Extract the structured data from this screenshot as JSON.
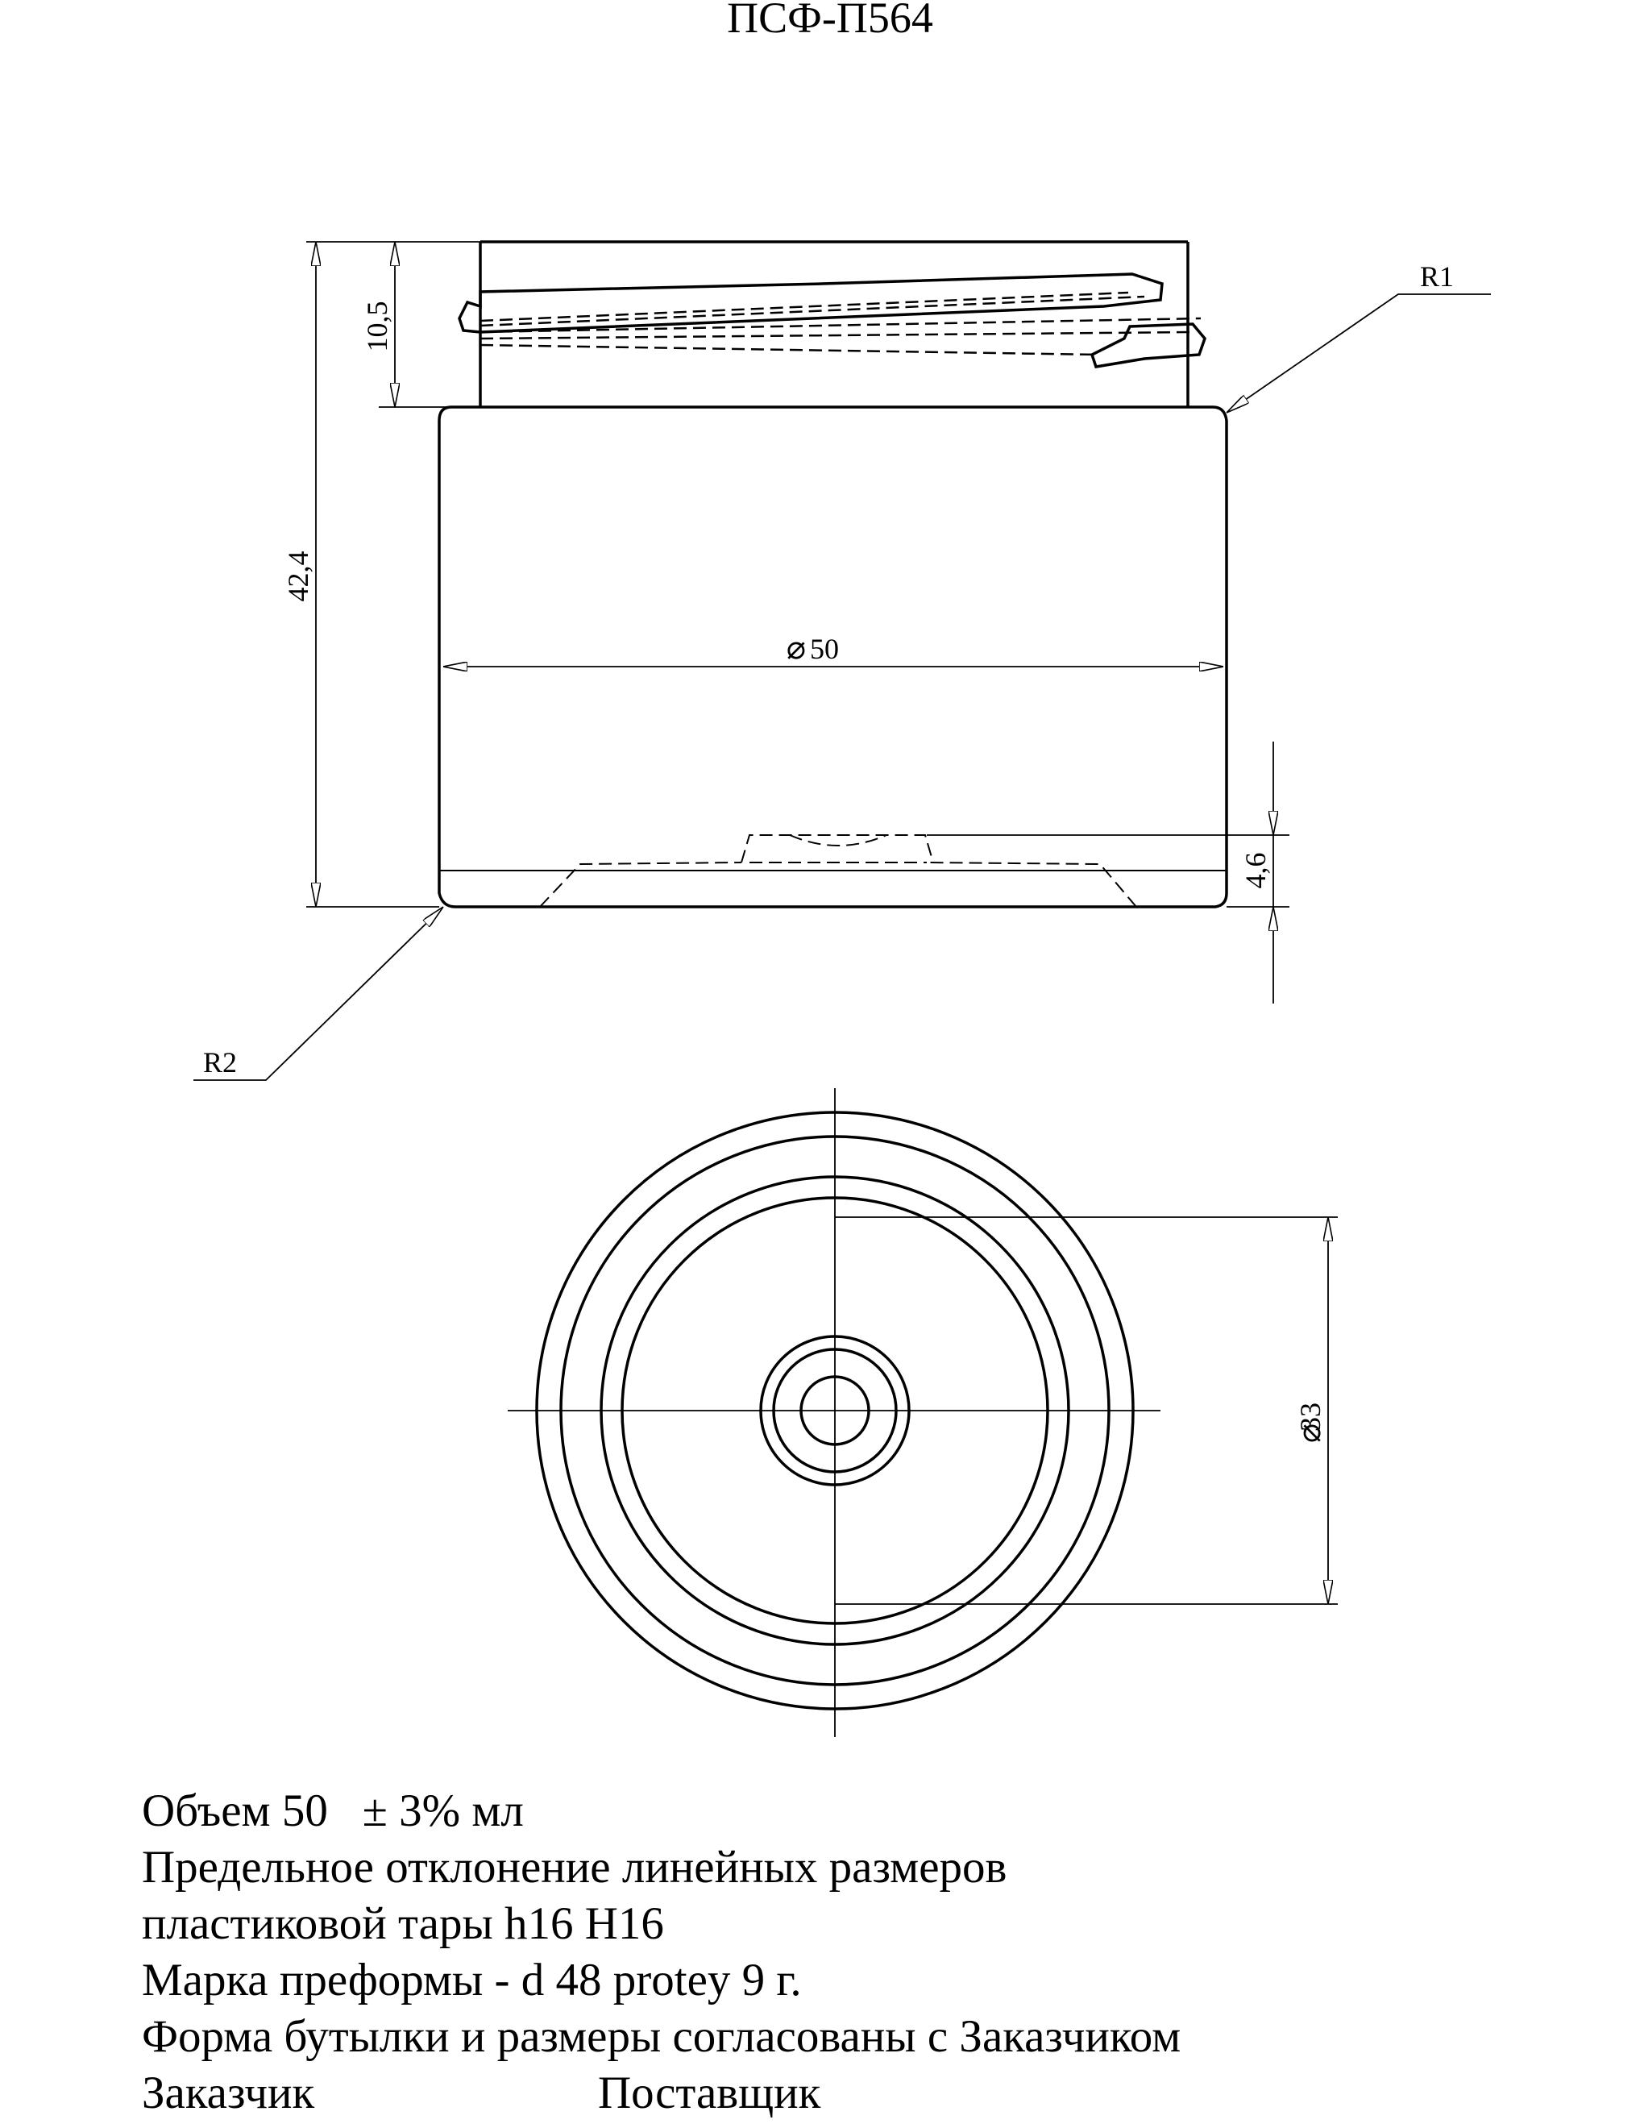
{
  "title": "ПСФ-П564",
  "dimensions": {
    "neck_height": "10,5",
    "total_height": "42,4",
    "body_diameter": "50",
    "base_depth": "4,6",
    "top_radius": "R1",
    "bottom_radius": "R2",
    "bottom_diameter": "33",
    "diameter_symbol": "⌀"
  },
  "notes": {
    "volume_prefix": "Объем 50",
    "volume_tolerance": "± 3% мл",
    "tolerance_line1": "Предельное отклонение линейных размеров",
    "tolerance_line2": "пластиковой тары h16 H16",
    "preform": "Марка преформы - d 48 protey 9 г.",
    "agreement": "Форма бутылки и размеры согласованы с Заказчиком",
    "customer": "Заказчик",
    "supplier": "Поставщик"
  }
}
